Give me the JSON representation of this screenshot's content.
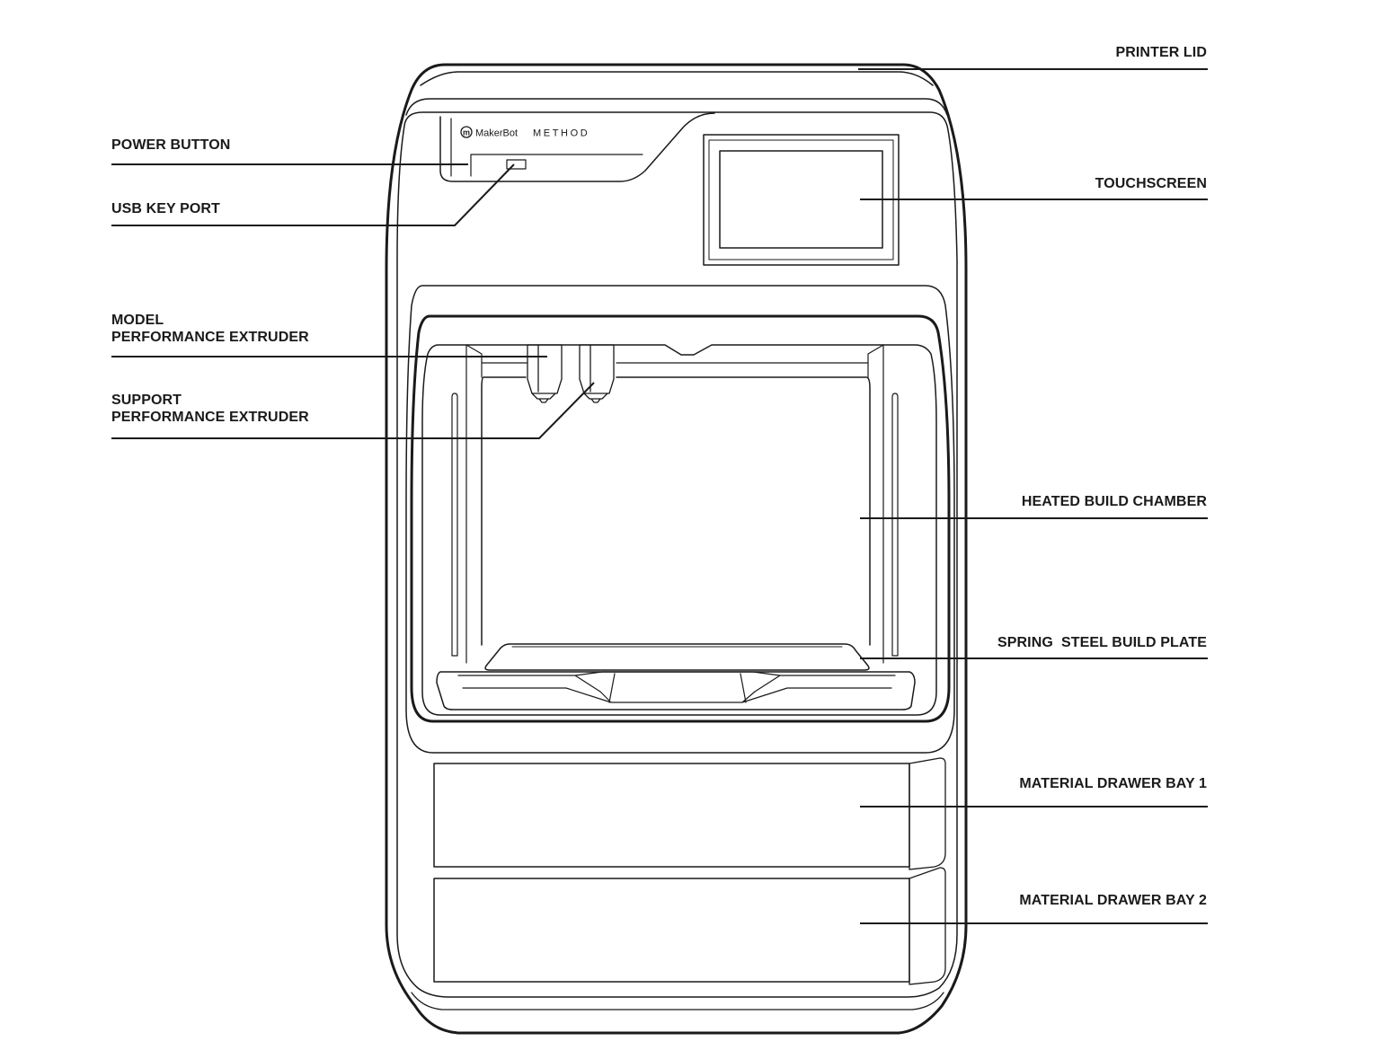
{
  "brand": {
    "logo_mark": "m",
    "maker": "MakerBot",
    "model": "METHOD"
  },
  "callouts": {
    "printer_lid": "PRINTER LID",
    "power_button": "POWER BUTTON",
    "usb_key_port": "USB KEY PORT",
    "touchscreen": "TOUCHSCREEN",
    "model_extruder": [
      "MODEL",
      "PERFORMANCE EXTRUDER"
    ],
    "support_extruder": [
      "SUPPORT",
      "PERFORMANCE EXTRUDER"
    ],
    "heated_build_chamber": "HEATED BUILD CHAMBER",
    "build_plate": "SPRING  STEEL BUILD PLATE",
    "drawer_bay_1": "MATERIAL DRAWER BAY 1",
    "drawer_bay_2": "MATERIAL DRAWER BAY 2"
  },
  "colors": {
    "line": "#1a1a1a",
    "background": "#ffffff"
  }
}
